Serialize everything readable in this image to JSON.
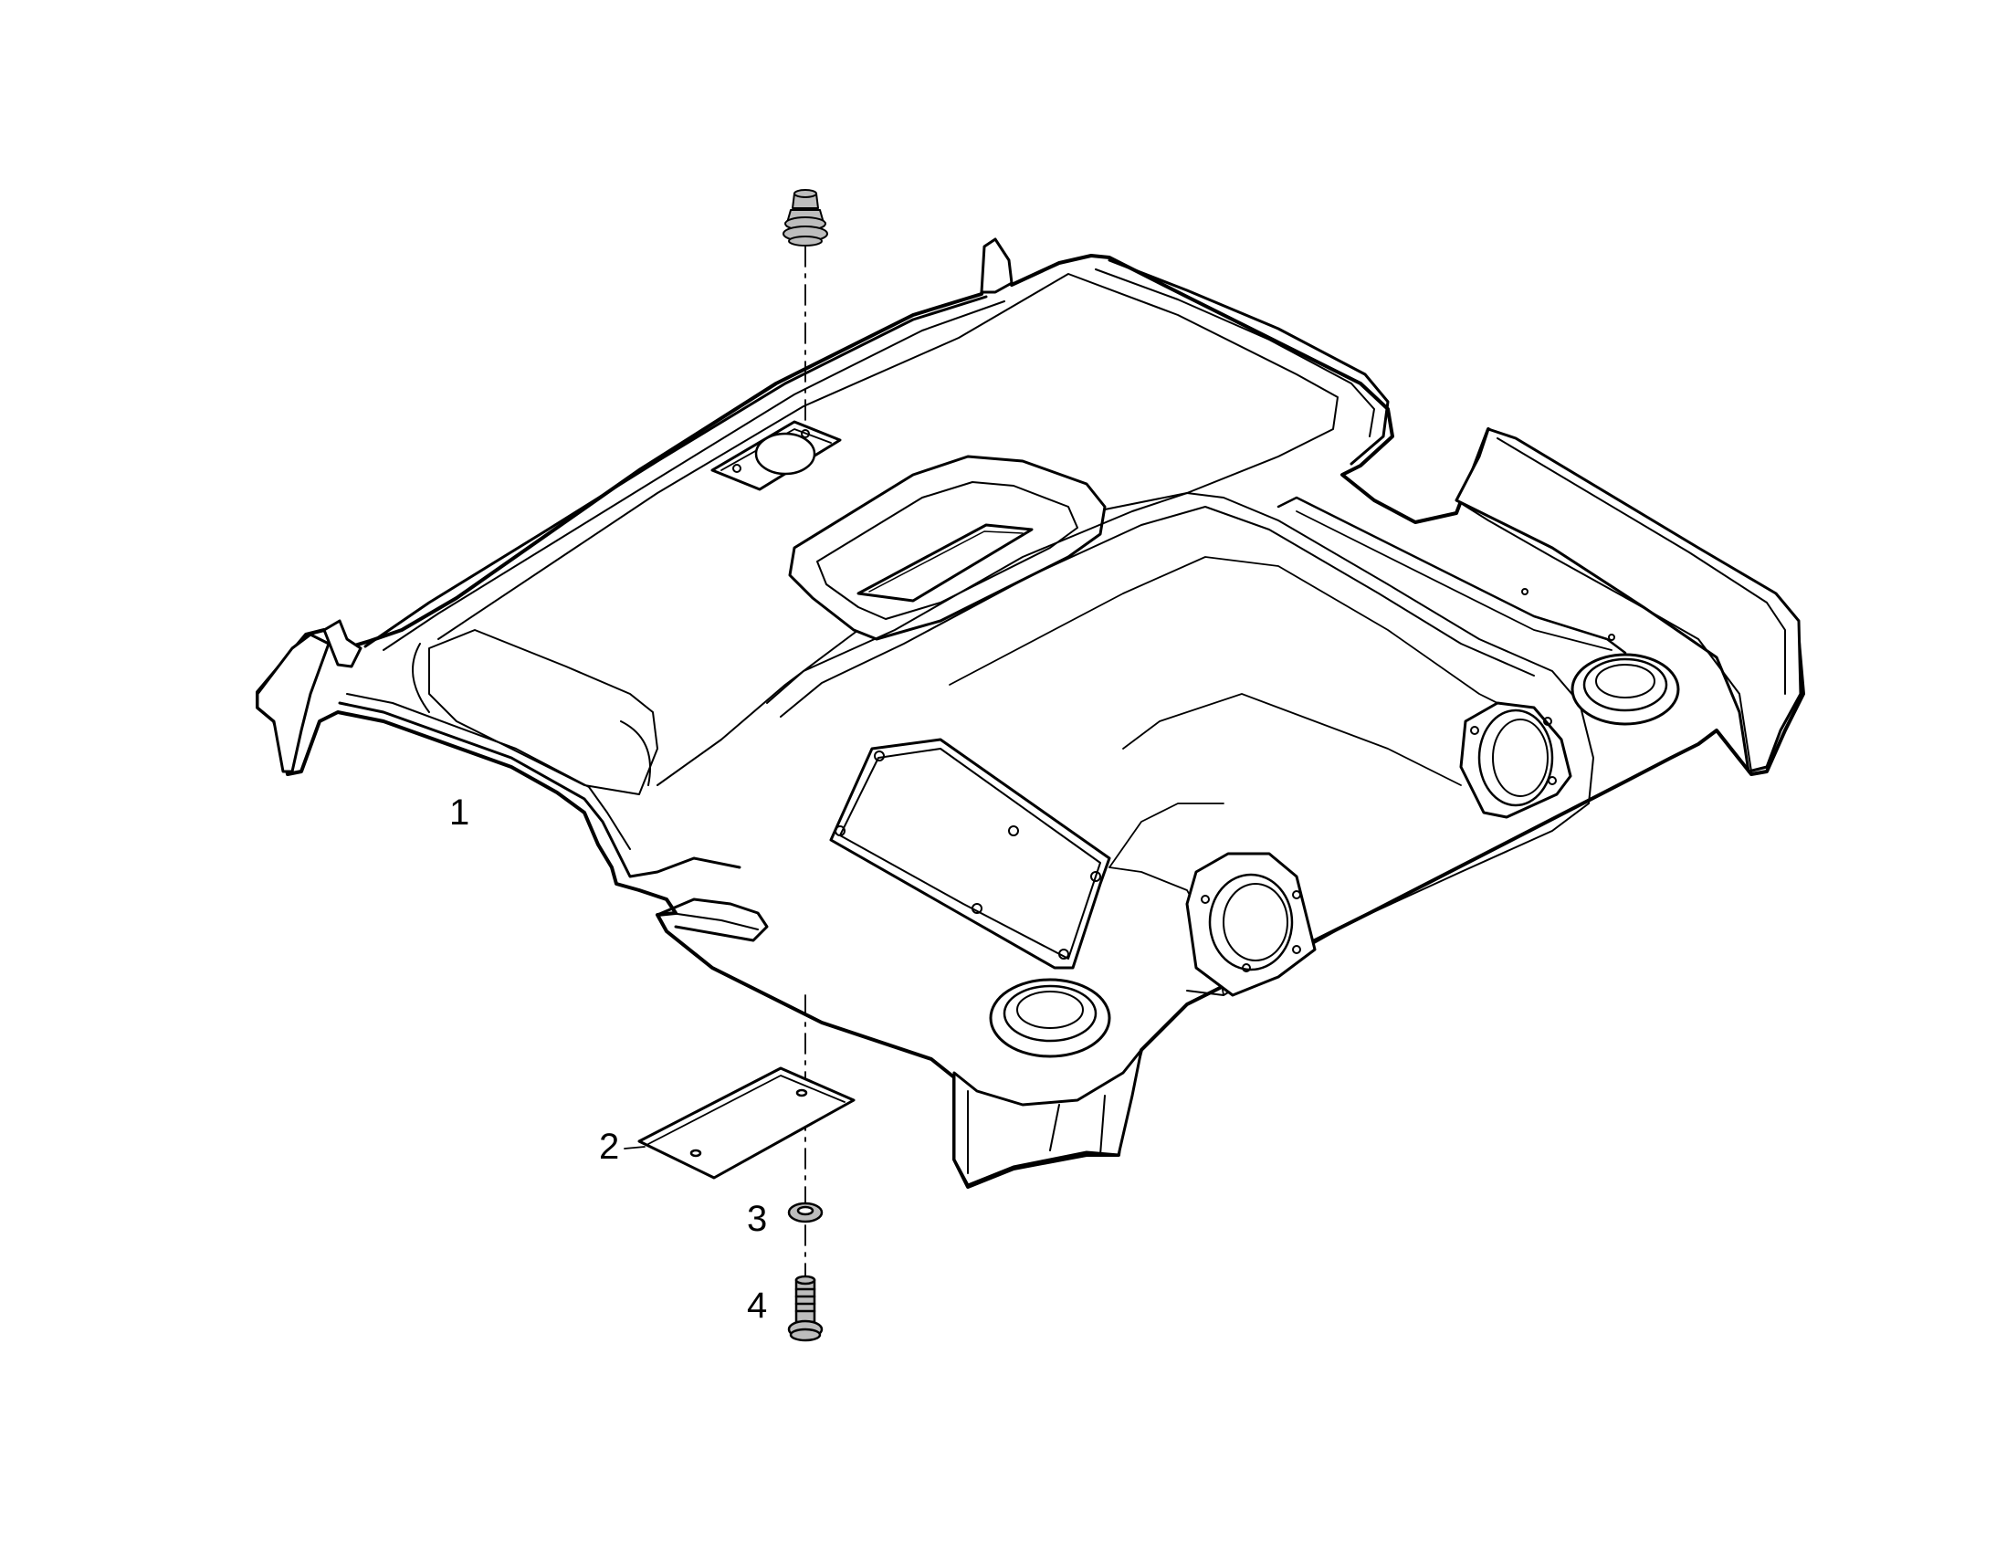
{
  "diagram": {
    "callouts": [
      {
        "number": "1"
      },
      {
        "number": "2"
      },
      {
        "number": "3"
      },
      {
        "number": "4"
      }
    ],
    "colors": {
      "line": "#000000",
      "background": "#ffffff",
      "fastener": "#bdbdbd"
    }
  }
}
